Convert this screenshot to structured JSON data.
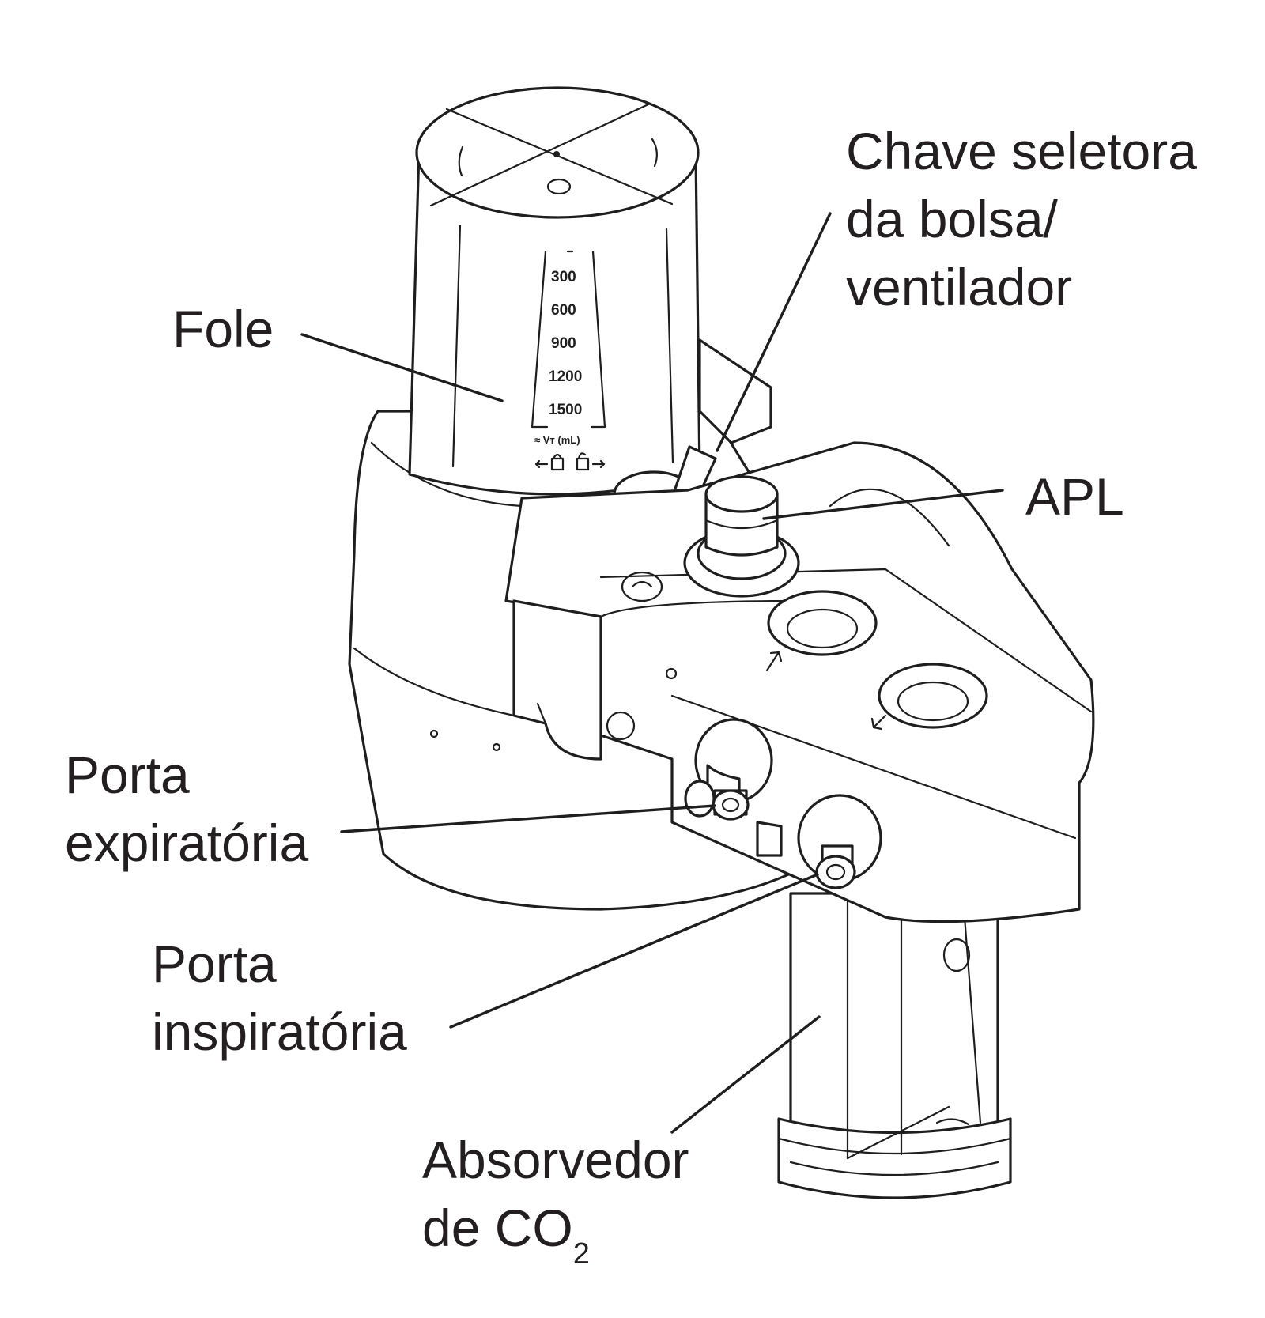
{
  "labels": {
    "fole": "Fole",
    "chave_line1": "Chave seletora",
    "chave_line2": "da bolsa/",
    "chave_line3": "ventilador",
    "apl": "APL",
    "porta_exp_line1": "Porta",
    "porta_exp_line2": "expiratória",
    "porta_insp_line1": "Porta",
    "porta_insp_line2": "inspiratória",
    "absorvedor_line1": "Absorvedor",
    "absorvedor_line2_main": "de CO",
    "absorvedor_line2_sub": "2"
  },
  "bellows_scale": [
    "300",
    "600",
    "900",
    "1200",
    "1500"
  ],
  "bellows_caption": "≈ Vт (mL)",
  "colors": {
    "line": "#1e1e1e",
    "text": "#231f20",
    "background": "#ffffff"
  }
}
